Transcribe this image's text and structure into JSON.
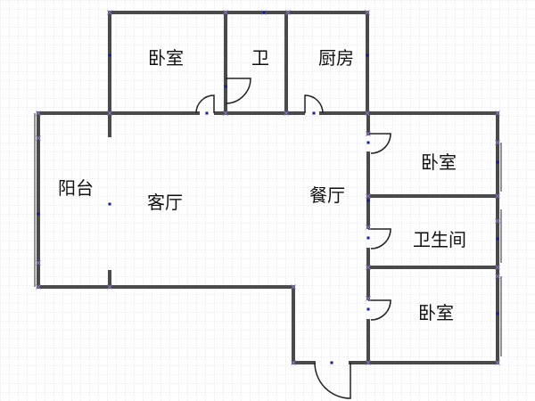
{
  "colors": {
    "background": "#ffffff",
    "grid": "#b8c0c8",
    "wall": "#4a4a4a",
    "door": "#222222",
    "marker_x": "#8a70c8",
    "marker_dot": "#1a1aa0"
  },
  "rooms": [
    {
      "id": "bedroom-top",
      "label": "卧室"
    },
    {
      "id": "bath-small",
      "label": "卫"
    },
    {
      "id": "kitchen",
      "label": "厨房"
    },
    {
      "id": "balcony",
      "label": "阳台"
    },
    {
      "id": "living-room",
      "label": "客厅"
    },
    {
      "id": "dining-room",
      "label": "餐厅"
    },
    {
      "id": "bedroom-right-top",
      "label": "卧室"
    },
    {
      "id": "bathroom",
      "label": "卫生间"
    },
    {
      "id": "bedroom-right-bottom",
      "label": "卧室"
    }
  ]
}
